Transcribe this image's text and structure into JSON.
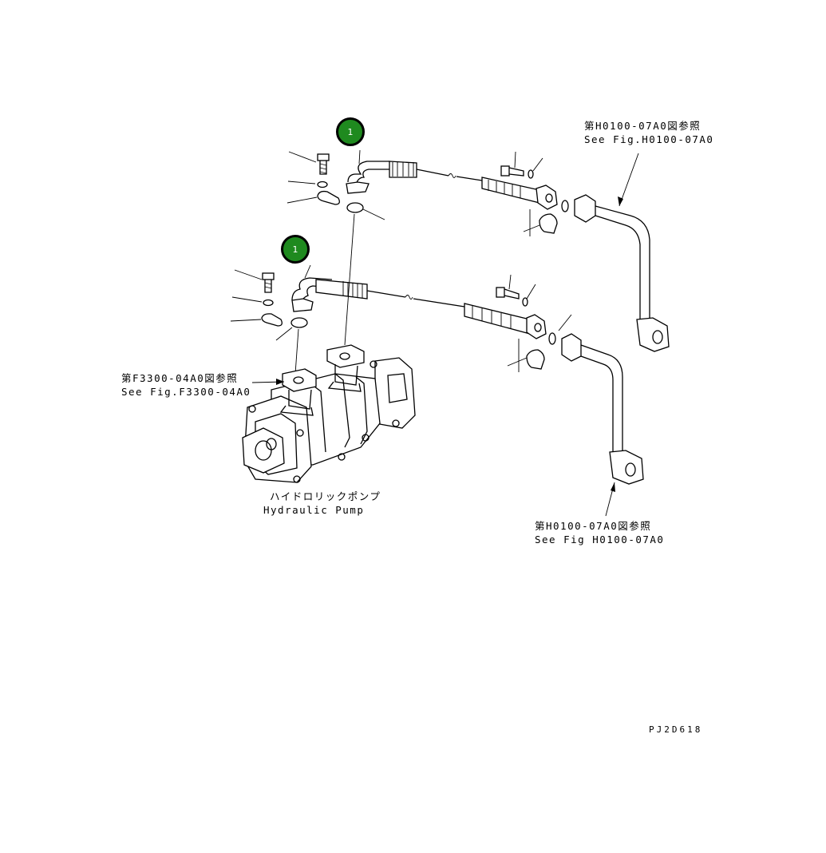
{
  "callouts": [
    {
      "label": "1"
    },
    {
      "label": "1"
    }
  ],
  "references": {
    "upper_right": {
      "jp": "第H0100-07A0図参照",
      "en": "See Fig.H0100-07A0"
    },
    "pump_left": {
      "jp": "第F3300-04A0図参照",
      "en": "See Fig.F3300-04A0"
    },
    "lower_right": {
      "jp": "第H0100-07A0図参照",
      "en": "See Fig H0100-07A0"
    }
  },
  "pump_label": {
    "jp": "ハイドロリックポンプ",
    "en": "Hydraulic Pump"
  },
  "drawing_code": "PJ2D618",
  "colors": {
    "callout_fill": "#1f8a1f",
    "line": "#000000"
  }
}
